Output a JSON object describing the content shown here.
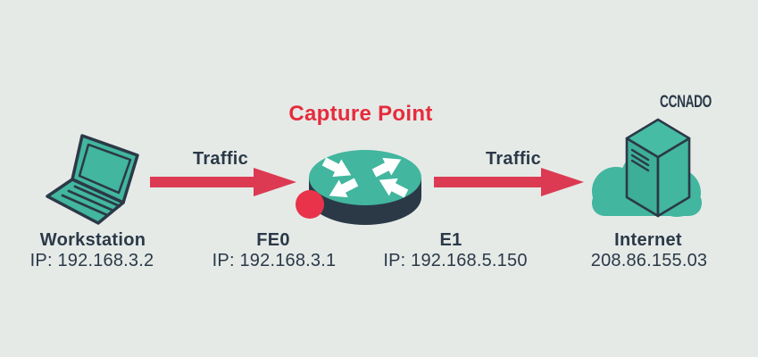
{
  "title": "Capture Point",
  "watermark": "CCNADO",
  "nodes": {
    "workstation": {
      "label": "Workstation",
      "ip": "IP: 192.168.3.2"
    },
    "router": {
      "interfaces": [
        {
          "name": "FE0",
          "ip": "IP: 192.168.3.1"
        },
        {
          "name": "E1",
          "ip": "IP: 192.168.5.150"
        }
      ]
    },
    "internet": {
      "label": "Internet",
      "ip": "208.86.155.03"
    }
  },
  "links": {
    "left_label": "Traffic",
    "right_label": "Traffic"
  },
  "colors": {
    "background": "#E5EAE7",
    "teal": "#42B69E",
    "dark_navy": "#2B3947",
    "arrow_red": "#DC3A52",
    "title_red": "#E62B3C",
    "capture_dot_red": "#E9334B",
    "icon_arrow_white": "#FFFFFF"
  }
}
